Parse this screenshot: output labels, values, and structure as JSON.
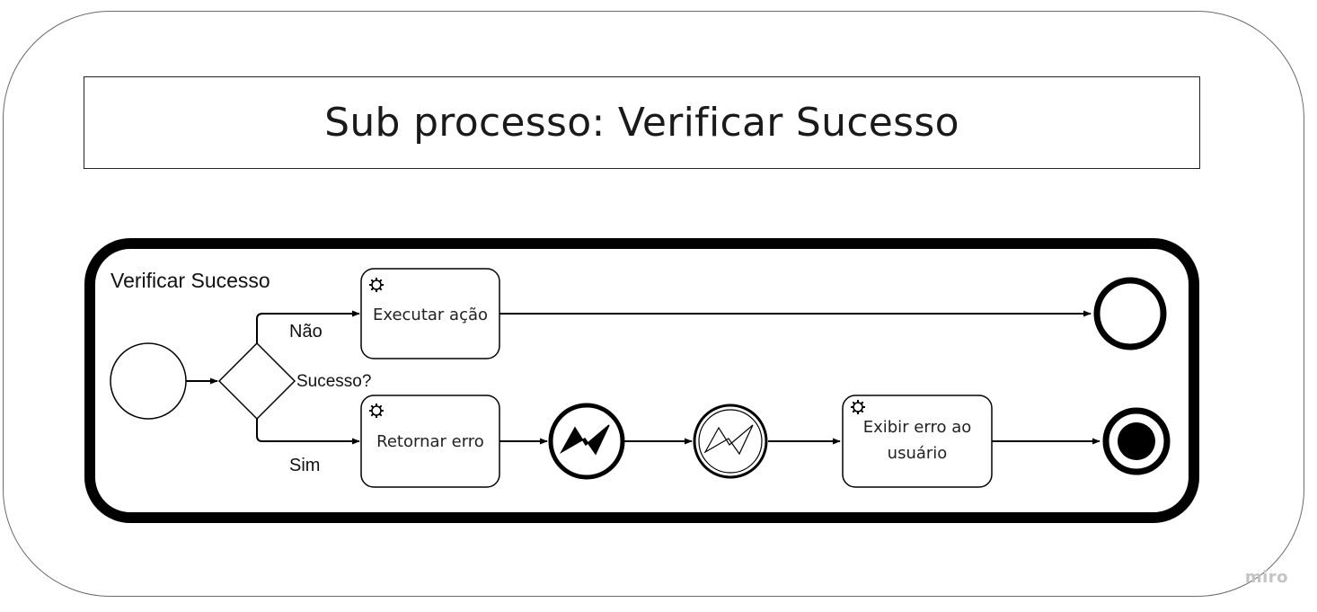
{
  "title": "Sub processo: Verificar Sucesso",
  "subprocess": {
    "label": "Verificar Sucesso"
  },
  "gateway": {
    "label": "Sucesso?",
    "branch_no": "Não",
    "branch_yes": "Sim"
  },
  "tasks": {
    "execute": "Executar ação",
    "return_error": "Retornar erro",
    "show_error_line1": "Exibir erro ao",
    "show_error_line2": "usuário"
  },
  "watermark": "miro"
}
